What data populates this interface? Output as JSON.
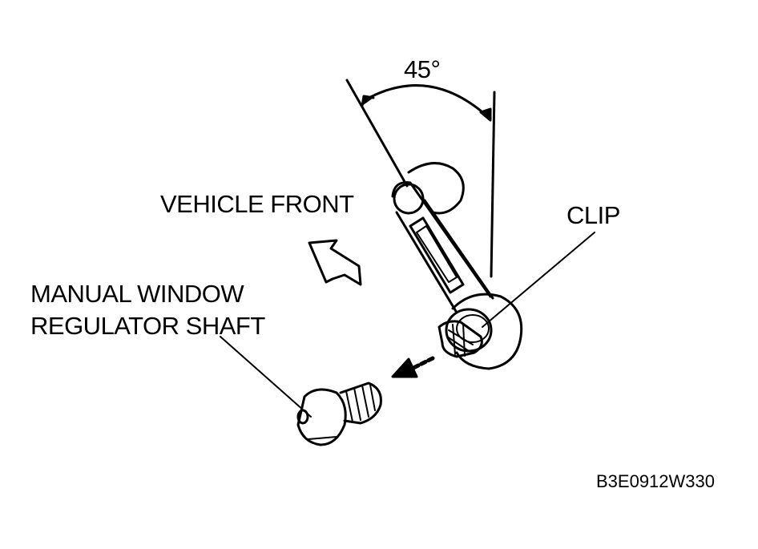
{
  "labels": {
    "angle": "45°",
    "vehicle_front": "VEHICLE FRONT",
    "clip": "CLIP",
    "shaft_line1": "MANUAL WINDOW",
    "shaft_line2": "REGULATOR SHAFT",
    "figure_code": "B3E0912W330"
  },
  "colors": {
    "ink": "#000000",
    "paper": "#ffffff"
  }
}
